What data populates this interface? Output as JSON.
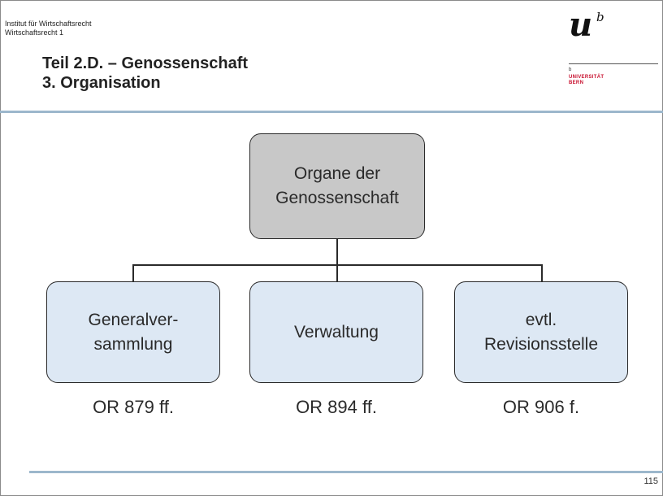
{
  "header": {
    "institute_line1": "Institut für Wirtschaftsrecht",
    "institute_line2": "Wirtschaftsrecht 1",
    "title_line1": "Teil 2.D. – Genossenschaft",
    "title_line2": "3. Organisation"
  },
  "logo": {
    "letter_u": "u",
    "letter_b": "b",
    "small_b": "b",
    "line1": "UNIVERSITÄT",
    "line2": "BERN",
    "color": "#c8102e"
  },
  "diagram": {
    "root": {
      "line1": "Organe der",
      "line2": "Genossenschaft"
    },
    "children": [
      {
        "line1": "Generalver-",
        "line2": "sammlung",
        "ref": "OR 879 ff."
      },
      {
        "line1": "Verwaltung",
        "line2": "",
        "ref": "OR 894 ff."
      },
      {
        "line1": "evtl.",
        "line2": "Revisionsstelle",
        "ref": "OR 906 f."
      }
    ],
    "colors": {
      "root_fill": "#c8c8c8",
      "child_fill": "#dde8f4",
      "accent_rule": "#9cb7cc"
    }
  },
  "footer": {
    "page_number": "115"
  }
}
